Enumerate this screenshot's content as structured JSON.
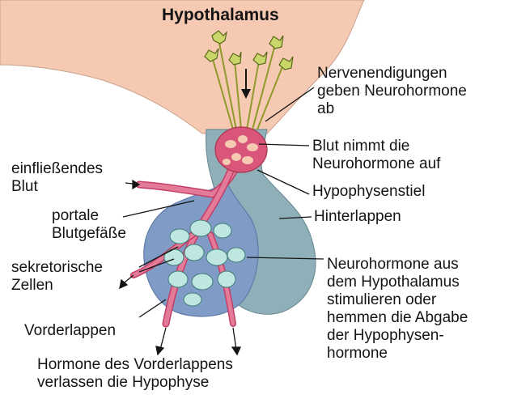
{
  "title": "Hypothalamus",
  "labels": {
    "nerve_endings": [
      "Nervenendigungen",
      "geben Neurohormone",
      "ab"
    ],
    "blood_takes": [
      "Blut nimmt die",
      "Neurohormone auf"
    ],
    "stalk": "Hypophysenstiel",
    "posterior_lobe": "Hinterlappen",
    "inflowing_blood": [
      "einfließendes",
      "Blut"
    ],
    "portal_vessels": [
      "portale",
      "Blutgefäße"
    ],
    "secretory_cells": [
      "sekretorische",
      "Zellen"
    ],
    "anterior_lobe": "Vorderlappen",
    "neurohormones_stimulate": [
      "Neurohormone aus",
      "dem Hypothalamus",
      "stimulieren oder",
      "hemmen die Abgabe",
      "der Hypophysen-",
      "hormone"
    ],
    "hormones_leave": [
      "Hormone des Vorderlappens",
      "verlassen die Hypophyse"
    ]
  },
  "colors": {
    "hypothalamus": "#f6c9b2",
    "posterior_lobe": "#8fb0b8",
    "anterior_lobe": "#7f9bc6",
    "blood_vessel": "#d9557a",
    "secretory_cell": "#bfe6e0",
    "neuron": "#c9d66a"
  }
}
